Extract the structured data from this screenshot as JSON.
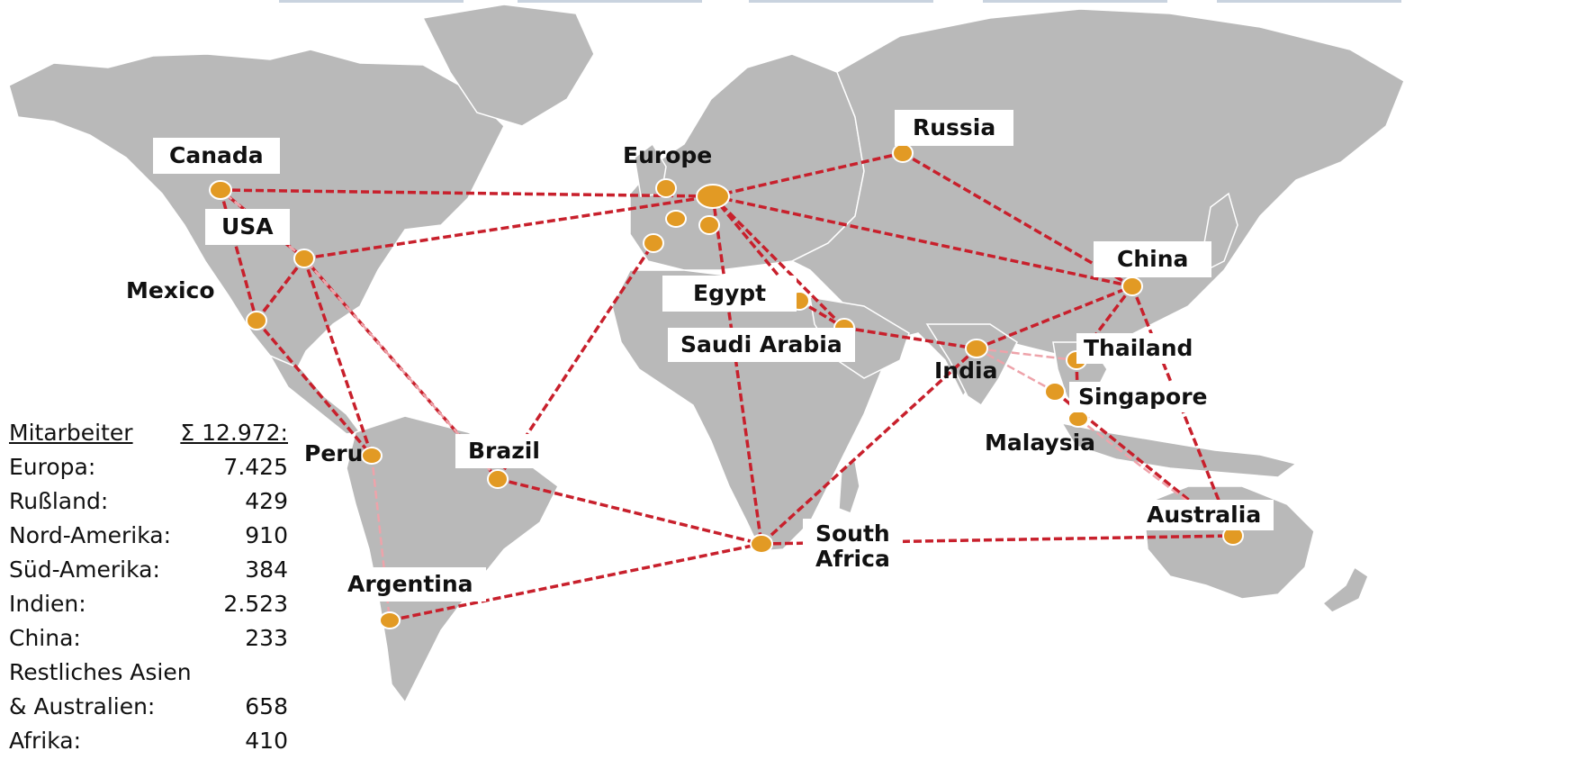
{
  "colors": {
    "land": "#b9b9b9",
    "ocean": "#ffffff",
    "border": "#ffffff",
    "route": "#c8202c",
    "route_light": "#eea3aa",
    "location_fill": "#e29a24",
    "location_stroke": "#ffffff"
  },
  "locations": [
    {
      "id": "canada",
      "label": "Canada"
    },
    {
      "id": "usa",
      "label": "USA"
    },
    {
      "id": "mexico",
      "label": "Mexico"
    },
    {
      "id": "peru",
      "label": "Peru"
    },
    {
      "id": "brazil",
      "label": "Brazil"
    },
    {
      "id": "argentina",
      "label": "Argentina"
    },
    {
      "id": "europe",
      "label": "Europe"
    },
    {
      "id": "russia",
      "label": "Russia"
    },
    {
      "id": "egypt",
      "label": "Egypt"
    },
    {
      "id": "saudi-arabia",
      "label": "Saudi Arabia"
    },
    {
      "id": "india",
      "label": "India"
    },
    {
      "id": "china",
      "label": "China"
    },
    {
      "id": "thailand",
      "label": "Thailand"
    },
    {
      "id": "singapore",
      "label": "Singapore"
    },
    {
      "id": "malaysia",
      "label": "Malaysia"
    },
    {
      "id": "south-africa",
      "label": "South\nAfrica"
    },
    {
      "id": "australia",
      "label": "Australia"
    }
  ],
  "stats": {
    "title": "Mitarbeiter",
    "total": "Σ 12.972:",
    "rows": [
      {
        "label": "Europa:",
        "value": "7.425"
      },
      {
        "label": "Rußland:",
        "value": "429"
      },
      {
        "label": "Nord-Amerika:",
        "value": "910"
      },
      {
        "label": "Süd-Amerika:",
        "value": "384"
      },
      {
        "label": "Indien:",
        "value": "2.523"
      },
      {
        "label": "China:",
        "value": "233"
      }
    ],
    "rest_line1": "Restliches Asien",
    "rest_line2": "& Australien:",
    "rest_value": "658",
    "africa_label": "Afrika:",
    "africa_value": "410"
  }
}
